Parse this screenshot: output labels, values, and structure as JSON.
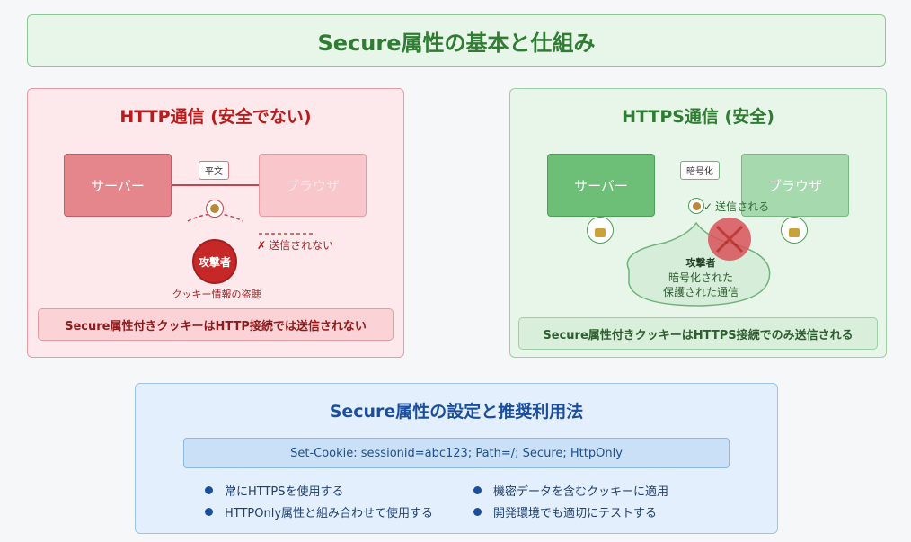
{
  "title": "Secure属性の基本と仕組み",
  "http": {
    "title": "HTTP通信 (安全でない)",
    "server": "サーバー",
    "browser": "ブラウザ",
    "channel_tag": "平文",
    "blocked_label": "送信されない",
    "attacker": "攻撃者",
    "theft_label": "クッキー情報の盗聴",
    "note": "Secure属性付きクッキーはHTTP接続では送信されない"
  },
  "https": {
    "title": "HTTPS通信 (安全)",
    "server": "サーバー",
    "browser": "ブラウザ",
    "channel_tag": "暗号化",
    "sent_label": "送信される",
    "attacker": "攻撃者",
    "bubble_line1": "暗号化された",
    "bubble_line2": "保護された通信",
    "note": "Secure属性付きクッキーはHTTPS接続でのみ送信される"
  },
  "usage": {
    "title": "Secure属性の設定と推奨利用法",
    "code": "Set-Cookie: sessionid=abc123; Path=/; Secure; HttpOnly",
    "bullets": [
      "常にHTTPSを使用する",
      "HTTPOnly属性と組み合わせて使用する",
      "機密データを含むクッキーに適用",
      "開発環境でも適切にテストする"
    ]
  },
  "colors": {
    "http_accent": "#b71c1c",
    "https_accent": "#2e7d32",
    "usage_accent": "#1b4f9c"
  }
}
